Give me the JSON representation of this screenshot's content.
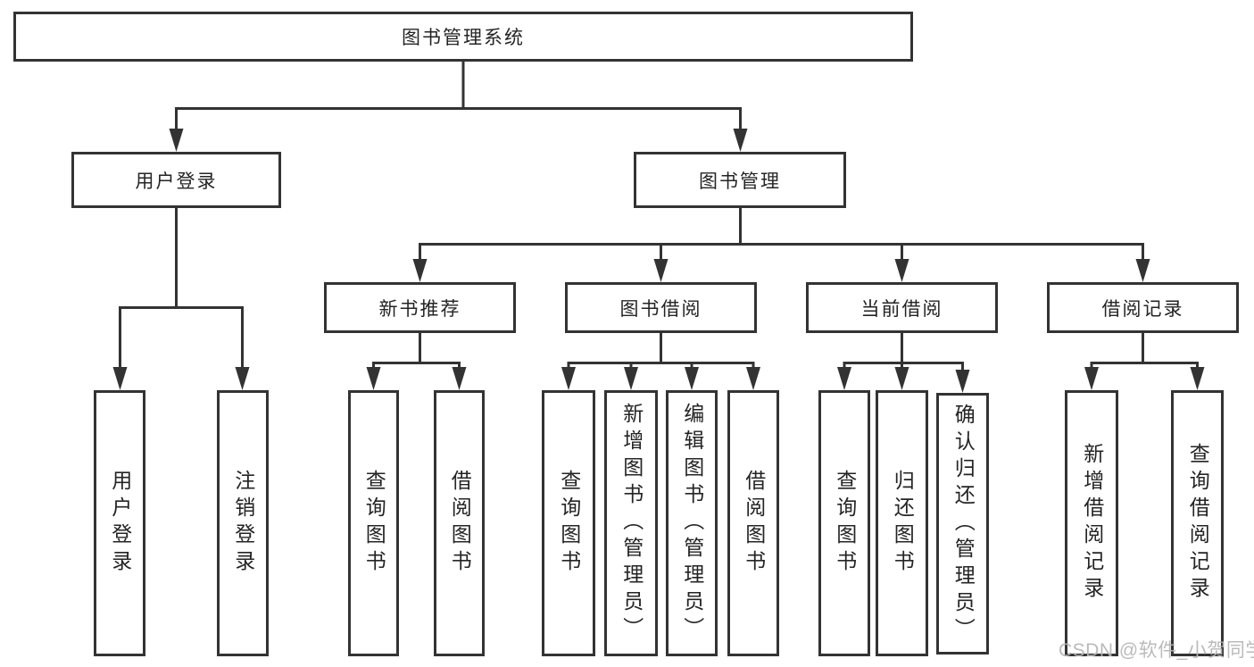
{
  "diagram_title": "图书管理系统",
  "tree": {
    "label": "图书管理系统",
    "children": [
      {
        "label": "用户登录",
        "children": [
          {
            "label": "用户登录"
          },
          {
            "label": "注销登录"
          }
        ]
      },
      {
        "label": "图书管理",
        "children": [
          {
            "label": "新书推荐",
            "children": [
              {
                "label": "查询图书"
              },
              {
                "label": "借阅图书"
              }
            ]
          },
          {
            "label": "图书借阅",
            "children": [
              {
                "label": "查询图书"
              },
              {
                "label": "新增图书（管理员）"
              },
              {
                "label": "编辑图书（管理员）"
              },
              {
                "label": "借阅图书"
              }
            ]
          },
          {
            "label": "当前借阅",
            "children": [
              {
                "label": "查询图书"
              },
              {
                "label": "归还图书"
              },
              {
                "label": "确认归还（管理员）"
              }
            ]
          },
          {
            "label": "借阅记录",
            "children": [
              {
                "label": "新增借阅记录"
              },
              {
                "label": "查询借阅记录"
              }
            ]
          }
        ]
      }
    ]
  },
  "watermark": {
    "text": "CSDN @软件_小贺同学"
  },
  "colors": {
    "line": "#333333",
    "text": "#242424",
    "box_background": "#ffffff",
    "watermark": "#b5b5b5",
    "page_background": "#ffffff"
  }
}
